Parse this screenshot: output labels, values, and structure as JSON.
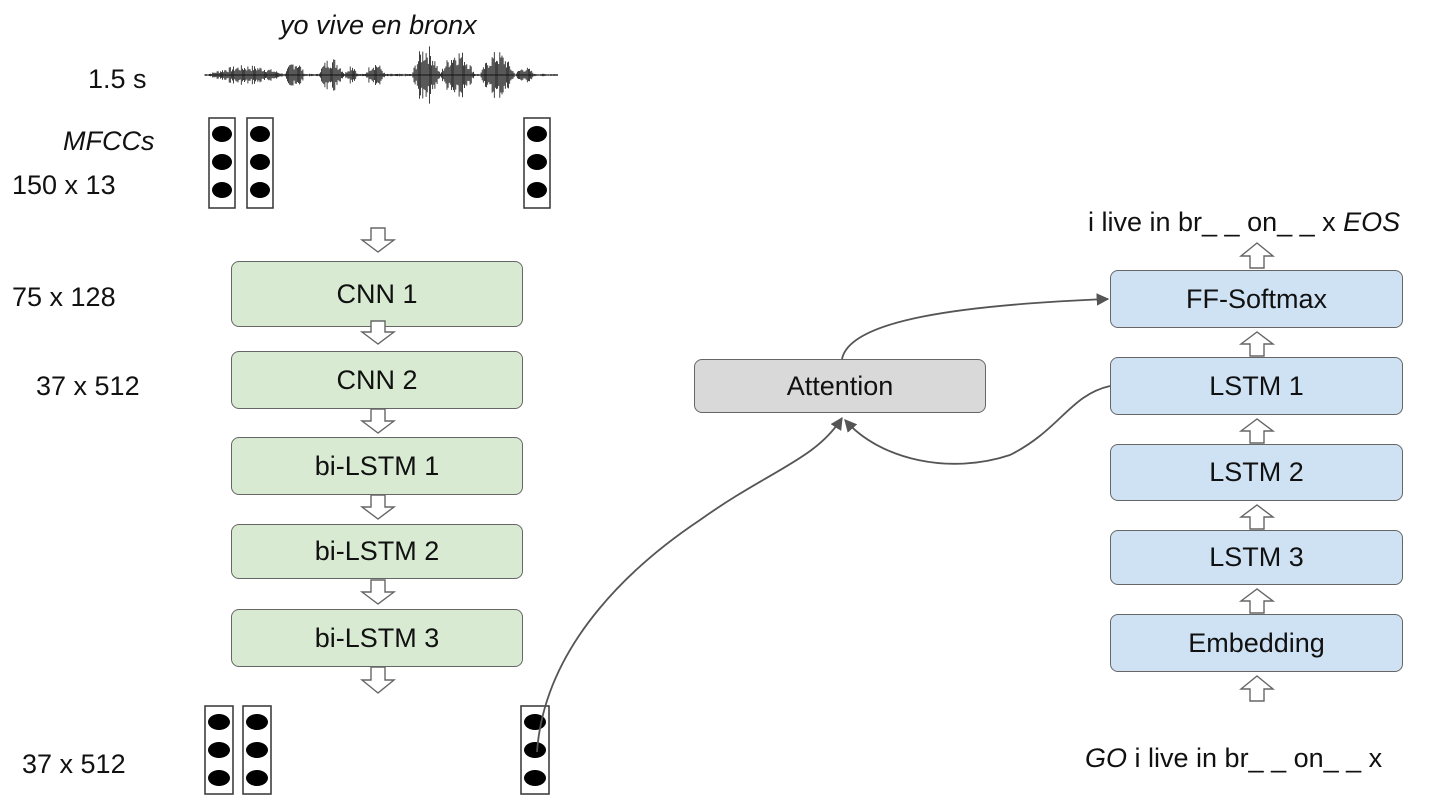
{
  "utterance": "yo vive en bronx",
  "duration_label": "1.5 s",
  "mfcc": {
    "name": "MFCCs",
    "dims": "150 x 13"
  },
  "encoder_dims": {
    "cnn1": "75 x 128",
    "cnn2": "37 x 512",
    "output": "37 x 512"
  },
  "encoder": {
    "cnn1": "CNN 1",
    "cnn2": "CNN 2",
    "bilstm1": "bi-LSTM 1",
    "bilstm2": "bi-LSTM 2",
    "bilstm3": "bi-LSTM 3"
  },
  "attention": "Attention",
  "decoder": {
    "ff_softmax": "FF-Softmax",
    "lstm1": "LSTM 1",
    "lstm2": "LSTM 2",
    "lstm3": "LSTM 3",
    "embedding": "Embedding"
  },
  "output_text": {
    "plain": "i live in br_ _ on_ _ x ",
    "eos": "EOS"
  },
  "input_text": {
    "go": "GO",
    "plain": " i live in br_ _ on_ _ x"
  },
  "colors": {
    "encoder_fill": "#d9ead3",
    "decoder_fill": "#cfe2f3",
    "attention_fill": "#d9d9d9",
    "stroke": "#666666"
  }
}
